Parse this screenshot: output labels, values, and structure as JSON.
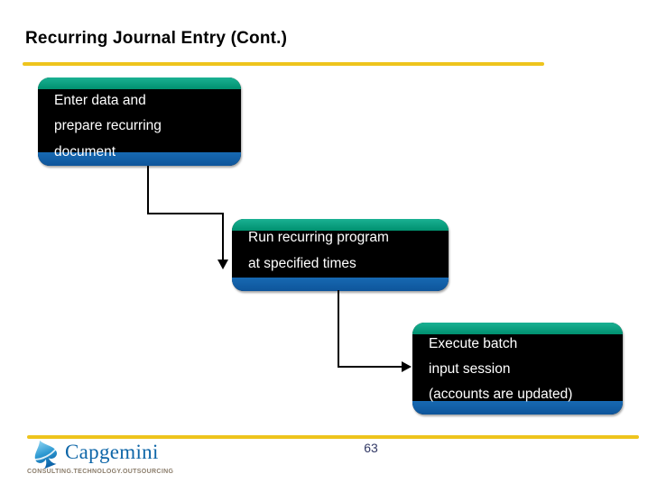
{
  "slide": {
    "title": "Recurring Journal Entry (Cont.)",
    "page_number": "63"
  },
  "diagram": {
    "boxes": [
      {
        "name": "enter-data-step",
        "lines": [
          "Enter data and",
          "prepare recurring",
          "document"
        ]
      },
      {
        "name": "run-program-step",
        "lines": [
          "Run recurring program",
          "at specified times"
        ]
      },
      {
        "name": "execute-batch-step",
        "lines": [
          "Execute batch",
          "input session",
          "(accounts are updated)"
        ]
      }
    ],
    "connectors": [
      {
        "from": "enter-data-step",
        "to": "run-program-step",
        "arrow": "down"
      },
      {
        "from": "run-program-step",
        "to": "execute-batch-step",
        "arrow": "right"
      }
    ]
  },
  "footer": {
    "logo_text": "Capgemini",
    "logo_tagline": "CONSULTING.TECHNOLOGY.OUTSOURCING"
  },
  "colors": {
    "accent_yellow": "#EEC41D",
    "box_cap_teal": "#00A082",
    "box_cap_blue": "#1360A8",
    "box_body_black": "#000000",
    "box_text_white": "#FFFFFF",
    "page_number_navy": "#333A66",
    "logo_blue": "#0E66A8",
    "tagline_brown_gray": "#8B7D6B"
  }
}
